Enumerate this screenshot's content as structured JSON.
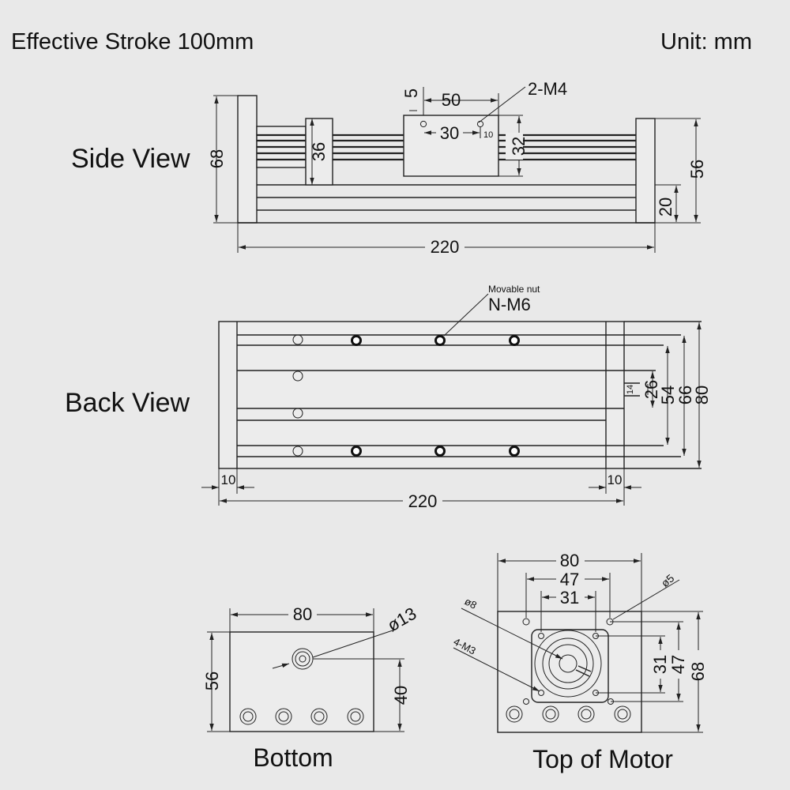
{
  "header": {
    "title": "Effective Stroke 100mm",
    "unit": "Unit: mm"
  },
  "side_view": {
    "label": "Side View",
    "dims": {
      "overall_height": "68",
      "block_height": "36",
      "hole_offset": "5",
      "slider_width": "50",
      "thread": "2-M4",
      "hole_spacing": "30",
      "hole_small": "10",
      "slider_height": "32",
      "end_height": "56",
      "rail_height": "20",
      "length": "220"
    }
  },
  "back_view": {
    "label": "Back View",
    "callout_small": "Movable nut",
    "callout": "N-M6",
    "dims": {
      "d14": "14",
      "d26": "26",
      "d54": "54",
      "d66": "66",
      "d80": "80",
      "left_10": "10",
      "right_10": "10",
      "length": "220"
    }
  },
  "bottom": {
    "label": "Bottom",
    "dims": {
      "width": "80",
      "diameter": "ø13",
      "height": "56",
      "hole_height": "40"
    }
  },
  "top_of_motor": {
    "label": "Top of Motor",
    "dims": {
      "width": "80",
      "d47": "47",
      "d31": "31",
      "hole5": "ø5",
      "d8": "ø8",
      "screws": "4-M3",
      "v31": "31",
      "v47": "47",
      "v68": "68"
    }
  }
}
